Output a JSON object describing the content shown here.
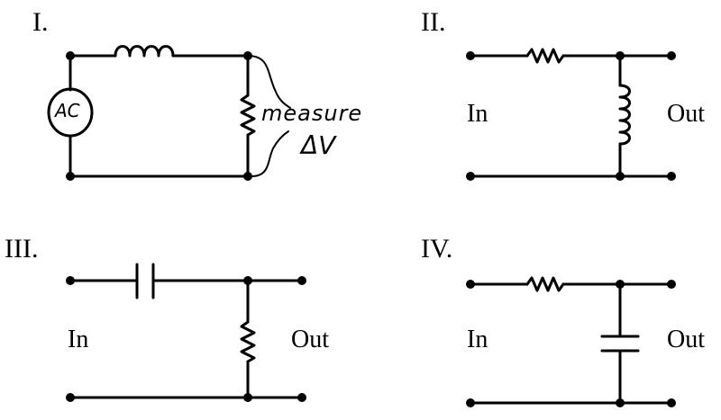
{
  "circuits": [
    {
      "numeral": "I.",
      "source_label": "AC",
      "note_line1": "measure",
      "note_line2": "ΔV"
    },
    {
      "numeral": "II.",
      "input_label": "In",
      "output_label": "Out"
    },
    {
      "numeral": "III.",
      "input_label": "In",
      "output_label": "Out"
    },
    {
      "numeral": "IV.",
      "input_label": "In",
      "output_label": "Out"
    }
  ]
}
